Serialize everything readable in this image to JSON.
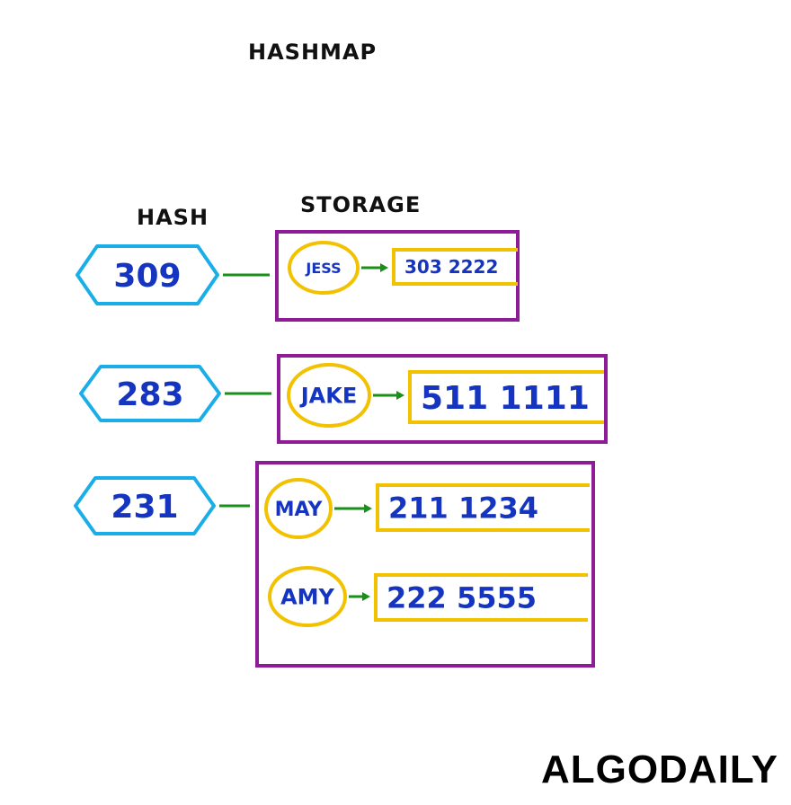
{
  "title": "HASHMAP",
  "column_labels": {
    "hash": "HASH",
    "storage": "STORAGE"
  },
  "buckets": [
    {
      "hash": "309",
      "entries": [
        {
          "name": "JESS",
          "phone": "303  2222"
        }
      ]
    },
    {
      "hash": "283",
      "entries": [
        {
          "name": "JAKE",
          "phone": "511  1111"
        }
      ]
    },
    {
      "hash": "231",
      "entries": [
        {
          "name": "MAY",
          "phone": "211   1234"
        },
        {
          "name": "AMY",
          "phone": "222 5555"
        }
      ]
    }
  ],
  "brand": "ALGODAILY",
  "colors": {
    "hash_outline": "#1aaee8",
    "number_text": "#1535c0",
    "connector": "#1a8f1a",
    "storage_box": "#8e1b98",
    "key_ring": "#f2c200",
    "ink": "#111111"
  }
}
